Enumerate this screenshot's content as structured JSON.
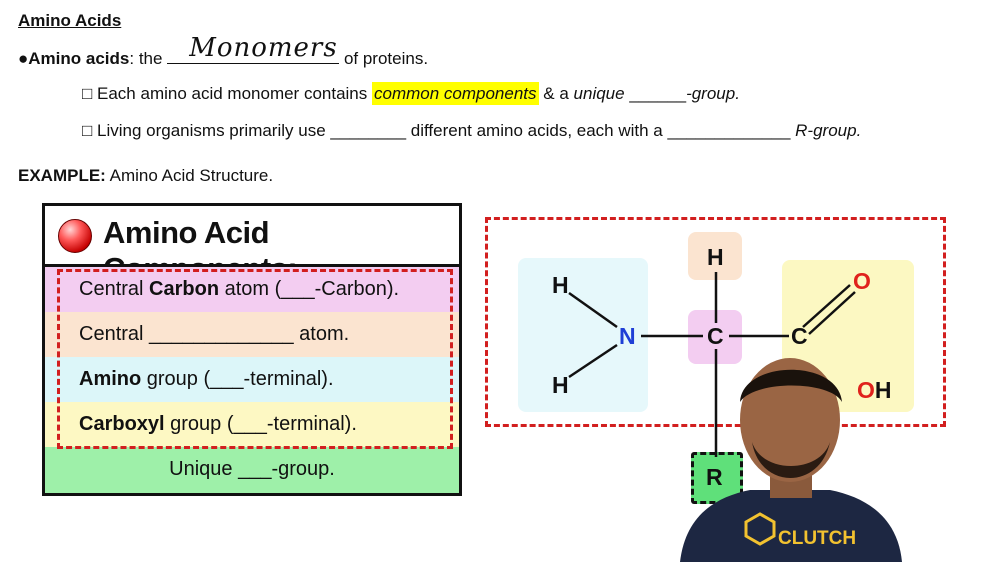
{
  "heading": "Amino Acids",
  "intro": {
    "bullet": "●",
    "term": "Amino acids",
    "before_blank": ": the",
    "handwritten": "Monomers",
    "after_blank": "of proteins."
  },
  "points": [
    {
      "box": "□",
      "text_a": "Each amino acid monomer contains",
      "highlight": "common components",
      "text_b": "& a",
      "italic_word": "unique",
      "blank": "______",
      "tail": "-group."
    },
    {
      "box": "□",
      "text_a": "Living organisms primarily use",
      "blank_a": "________",
      "text_b": "different amino acids, each with a",
      "blank_b": "_____________",
      "tail": "R-group."
    }
  ],
  "example": {
    "label": "EXAMPLE:",
    "text": "Amino Acid Structure."
  },
  "table": {
    "title": "Amino Acid Components:",
    "rows": [
      {
        "pre": "Central ",
        "bold": "Carbon",
        "post": " atom (___-Carbon)."
      },
      {
        "pre": "Central _____________ atom.",
        "bold": "",
        "post": ""
      },
      {
        "pre": "",
        "bold": "Amino",
        "post": " group (___-terminal)."
      },
      {
        "pre": "",
        "bold": "Carboxyl",
        "post": " group (___-terminal)."
      },
      {
        "pre": "Unique ___-group.",
        "bold": "",
        "post": ""
      }
    ]
  },
  "structure": {
    "atoms": {
      "h_top": "H",
      "h_upper_left": "H",
      "h_lower_left": "H",
      "n": "N",
      "c_alpha": "C",
      "c_carboxyl": "C",
      "o": "O",
      "oh": "OH",
      "r": "R"
    }
  },
  "presenter": {
    "shirt_logo": "CLUTCH"
  },
  "colors": {
    "highlight": "#ffff00",
    "dash_red": "#d21f1f",
    "row_pink": "#f3cdf1",
    "row_peach": "#fbe4d0",
    "row_cyan": "#dcf6f9",
    "row_yellow": "#fdf8c3",
    "row_green": "#9ef0a9"
  }
}
